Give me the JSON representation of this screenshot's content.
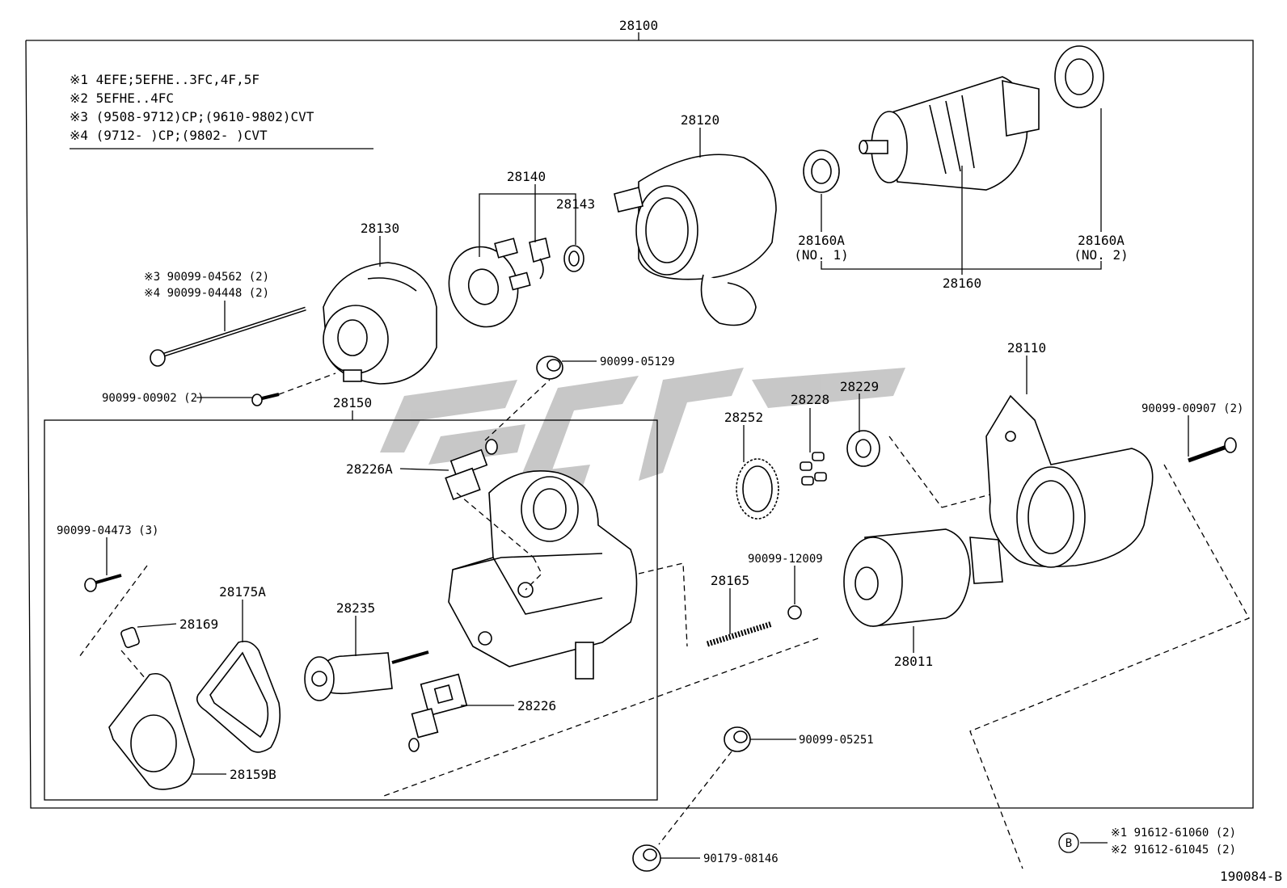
{
  "assembly_no": "28100",
  "diagram_id": "190084-B",
  "notes": [
    "※1 4EFE;5EFHE..3FC,4F,5F",
    "※2 5EFHE..4FC",
    "※3 (9508-9712)CP;(9610-9802)CVT",
    "※4 (9712-     )CP;(9802-     )CVT"
  ],
  "part_labels": {
    "p28120": "28120",
    "p28140": "28140",
    "p28143": "28143",
    "p28130": "28130",
    "p28160A1": "28160A",
    "p28160A1_sub": "(NO. 1)",
    "p28160A2": "28160A",
    "p28160A2_sub": "(NO. 2)",
    "p28160": "28160",
    "p28110": "28110",
    "p28150": "28150",
    "p28252": "28252",
    "p28228": "28228",
    "p28229": "28229",
    "p28226A": "28226A",
    "p28165": "28165",
    "p28011": "28011",
    "p28175A": "28175A",
    "p28169": "28169",
    "p28235": "28235",
    "p28226": "28226",
    "p28159B": "28159B"
  },
  "bolt_labels": {
    "b04562": "※3  90099-04562 (2)",
    "b04448": "※4  90099-04448 (2)",
    "b05129": "90099-05129",
    "b00902": "90099-00902 (2)",
    "b00907": "90099-00907 (2)",
    "b04473": "90099-04473 (3)",
    "b12009": "90099-12009",
    "b05251": "90099-05251",
    "b08146": "90179-08146",
    "b61060": "※1  91612-61060 (2)",
    "b61045": "※2  91612-61045 (2)"
  },
  "callout_letter": "B"
}
